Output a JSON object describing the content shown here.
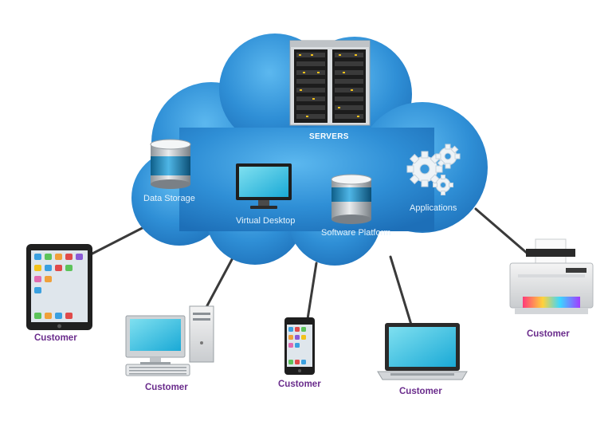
{
  "cloud": {
    "servers_label": "SERVERS",
    "services": [
      {
        "label": "Data Storage",
        "icon": "database-icon"
      },
      {
        "label": "Virtual Desktop",
        "icon": "monitor-icon"
      },
      {
        "label": "Software Platform",
        "icon": "database-icon"
      },
      {
        "label": "Applications",
        "icon": "gears-icon"
      }
    ]
  },
  "customers": [
    {
      "label": "Customer",
      "device": "tablet-icon"
    },
    {
      "label": "Customer",
      "device": "desktop-computer-icon"
    },
    {
      "label": "Customer",
      "device": "smartphone-icon"
    },
    {
      "label": "Customer",
      "device": "laptop-icon"
    },
    {
      "label": "Customer",
      "device": "printer-icon"
    }
  ],
  "colors": {
    "cloud": "#2f8fd6",
    "cloud_dark": "#1d6fb8",
    "customer_text": "#6a2c8c",
    "connector": "#333333"
  }
}
